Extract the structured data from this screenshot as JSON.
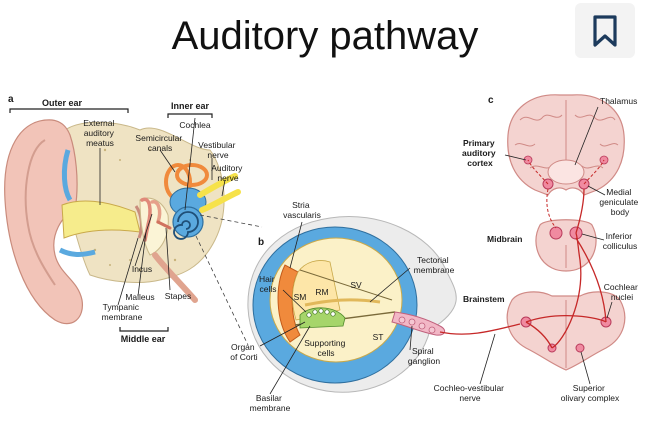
{
  "title": "Auditory pathway",
  "panels": {
    "a": "a",
    "b": "b",
    "c": "c"
  },
  "labels": {
    "outer_ear": "Outer ear",
    "external_meatus": [
      "External",
      "auditory",
      "meatus"
    ],
    "inner_ear": "Inner ear",
    "cochlea": "Cochlea",
    "semicircular": [
      "Semicircular",
      "canals"
    ],
    "vestibular": [
      "Vestibular",
      "nerve"
    ],
    "auditory_nerve": [
      "Auditory",
      "nerve"
    ],
    "incus": "Incus",
    "malleus": "Malleus",
    "stapes": "Stapes",
    "tympanic": [
      "Tympanic",
      "membrane"
    ],
    "middle_ear": "Middle ear",
    "stria": [
      "Stria",
      "vascularis"
    ],
    "hair_cells": [
      "Hair",
      "cells"
    ],
    "rm": "RM",
    "sv": "SV",
    "sm": "SM",
    "st": "ST",
    "tectorial": [
      "Tectorial",
      "membrane"
    ],
    "organ_corti": [
      "Organ",
      "of Corti"
    ],
    "supporting": [
      "Supporting",
      "cells"
    ],
    "basilar": [
      "Basilar",
      "membrane"
    ],
    "spiral": [
      "Spiral",
      "ganglion"
    ],
    "thalamus": "Thalamus",
    "primary_cortex": [
      "Primary",
      "auditory",
      "cortex"
    ],
    "medial_geniculate": [
      "Medial",
      "geniculate",
      "body"
    ],
    "midbrain": "Midbrain",
    "inferior_colliculus": [
      "Inferior",
      "colliculus"
    ],
    "brainstem": "Brainstem",
    "cochlear_nuclei": [
      "Cochlear",
      "nuclei"
    ],
    "cochleo_vestibular": [
      "Cochleo-vestibular",
      "nerve"
    ],
    "superior_olivary": [
      "Superior",
      "olivary complex"
    ]
  },
  "colors": {
    "skin": "#f2c4b8",
    "bone": "#efe3c3",
    "fluid_yellow": "#f6ec8c",
    "cochlea_blue": "#5aa9df",
    "canal_orange": "#f08a3c",
    "nerve_red": "#c62828",
    "brain_pink": "#f4d3d0"
  }
}
